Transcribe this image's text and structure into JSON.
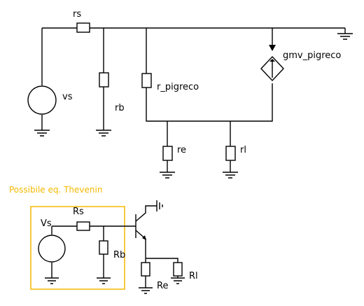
{
  "labels": {
    "rs": "rs",
    "vs": "vs",
    "rb": "rb",
    "r_pigreco": "r_pigreco",
    "gmv_pigreco": "gmv_pigreco",
    "re": "re",
    "rl": "rl",
    "thevenin_caption": "Possibile eq. Thevenin",
    "Vs": "Vs",
    "Rs": "Rs",
    "Rb": "Rb",
    "Re": "Re",
    "Rl": "Rl"
  },
  "colors": {
    "ink": "#000000",
    "highlight": "#f5b800"
  }
}
